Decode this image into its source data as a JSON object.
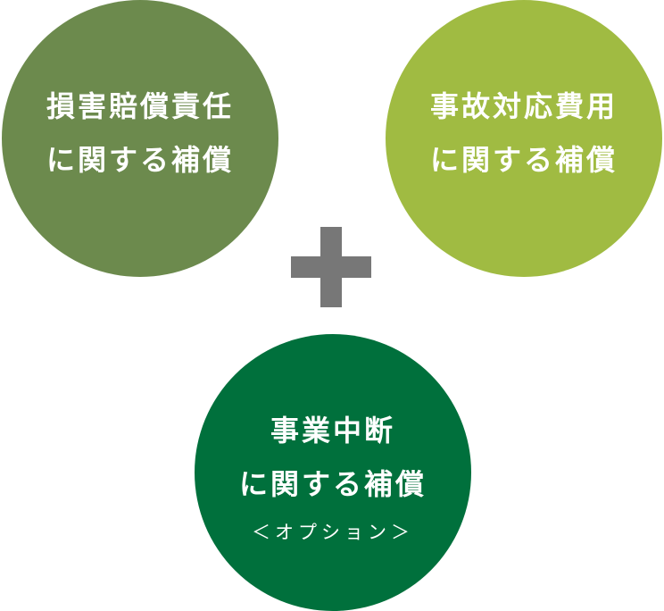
{
  "circles": {
    "liability": {
      "line1": "損害賠償責任",
      "line2": "に関する補償",
      "color": "#6c8a4d"
    },
    "accident": {
      "line1": "事故対応費用",
      "line2": "に関する補償",
      "color": "#a0bb42"
    },
    "business": {
      "line1": "事業中断",
      "line2": "に関する補償",
      "note": "＜オプション＞",
      "color": "#00703c"
    }
  },
  "plus_icon": {
    "symbol": "plus",
    "color": "#777777"
  }
}
